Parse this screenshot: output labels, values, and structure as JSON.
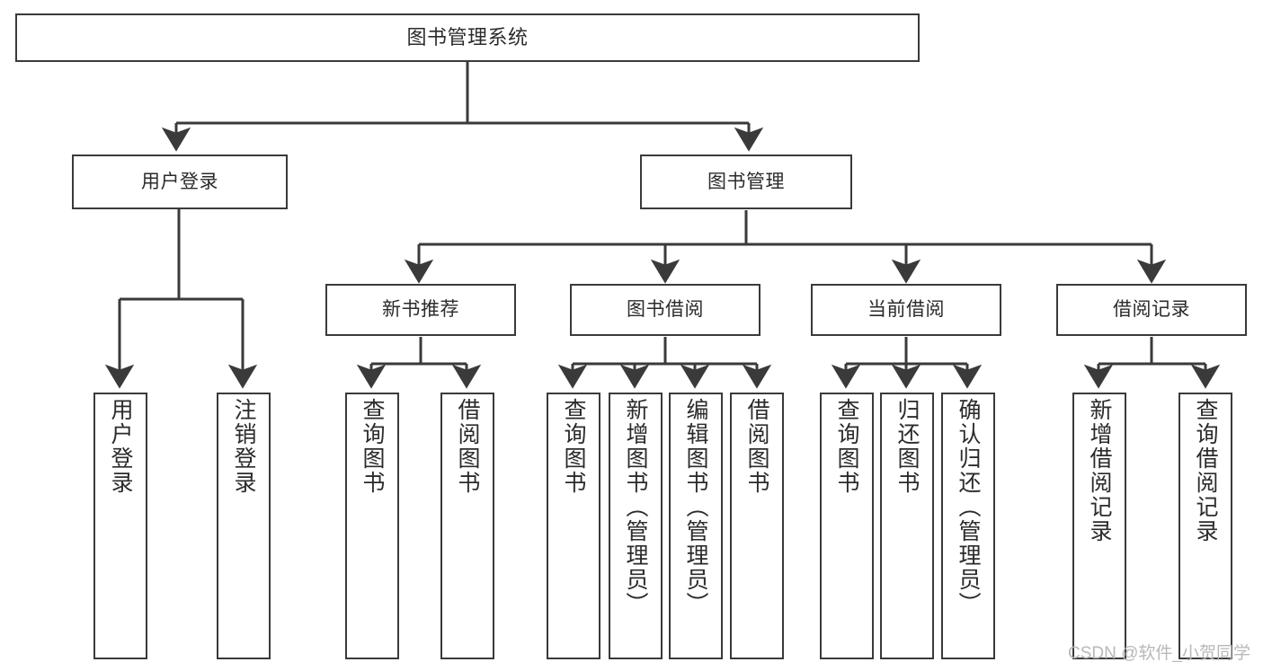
{
  "diagram": {
    "type": "tree",
    "title": "图书管理系统",
    "watermark": "CSDN @软件_小贺同学",
    "colors": {
      "stroke": "#3a3a3a",
      "fill": "#ffffff",
      "text": "#2b2b2b",
      "watermark": "#b8b8b8"
    },
    "nodes": {
      "root": {
        "label": "图书管理系统"
      },
      "level1": [
        {
          "label": "用户登录"
        },
        {
          "label": "图书管理"
        }
      ],
      "level2": [
        {
          "label": "新书推荐"
        },
        {
          "label": "图书借阅"
        },
        {
          "label": "当前借阅"
        },
        {
          "label": "借阅记录"
        }
      ],
      "leaves_user_login": [
        {
          "label": "用户登录"
        },
        {
          "label": "注销登录"
        }
      ],
      "leaves_new_book": [
        {
          "label": "查询图书"
        },
        {
          "label": "借阅图书"
        }
      ],
      "leaves_borrow": [
        {
          "label": "查询图书"
        },
        {
          "label": "新增图书（管理员）"
        },
        {
          "label": "编辑图书（管理员）"
        },
        {
          "label": "借阅图书"
        }
      ],
      "leaves_current": [
        {
          "label": "查询图书"
        },
        {
          "label": "归还图书"
        },
        {
          "label": "确认归还（管理员）"
        }
      ],
      "leaves_record": [
        {
          "label": "新增借阅记录"
        },
        {
          "label": "查询借阅记录"
        }
      ]
    }
  }
}
